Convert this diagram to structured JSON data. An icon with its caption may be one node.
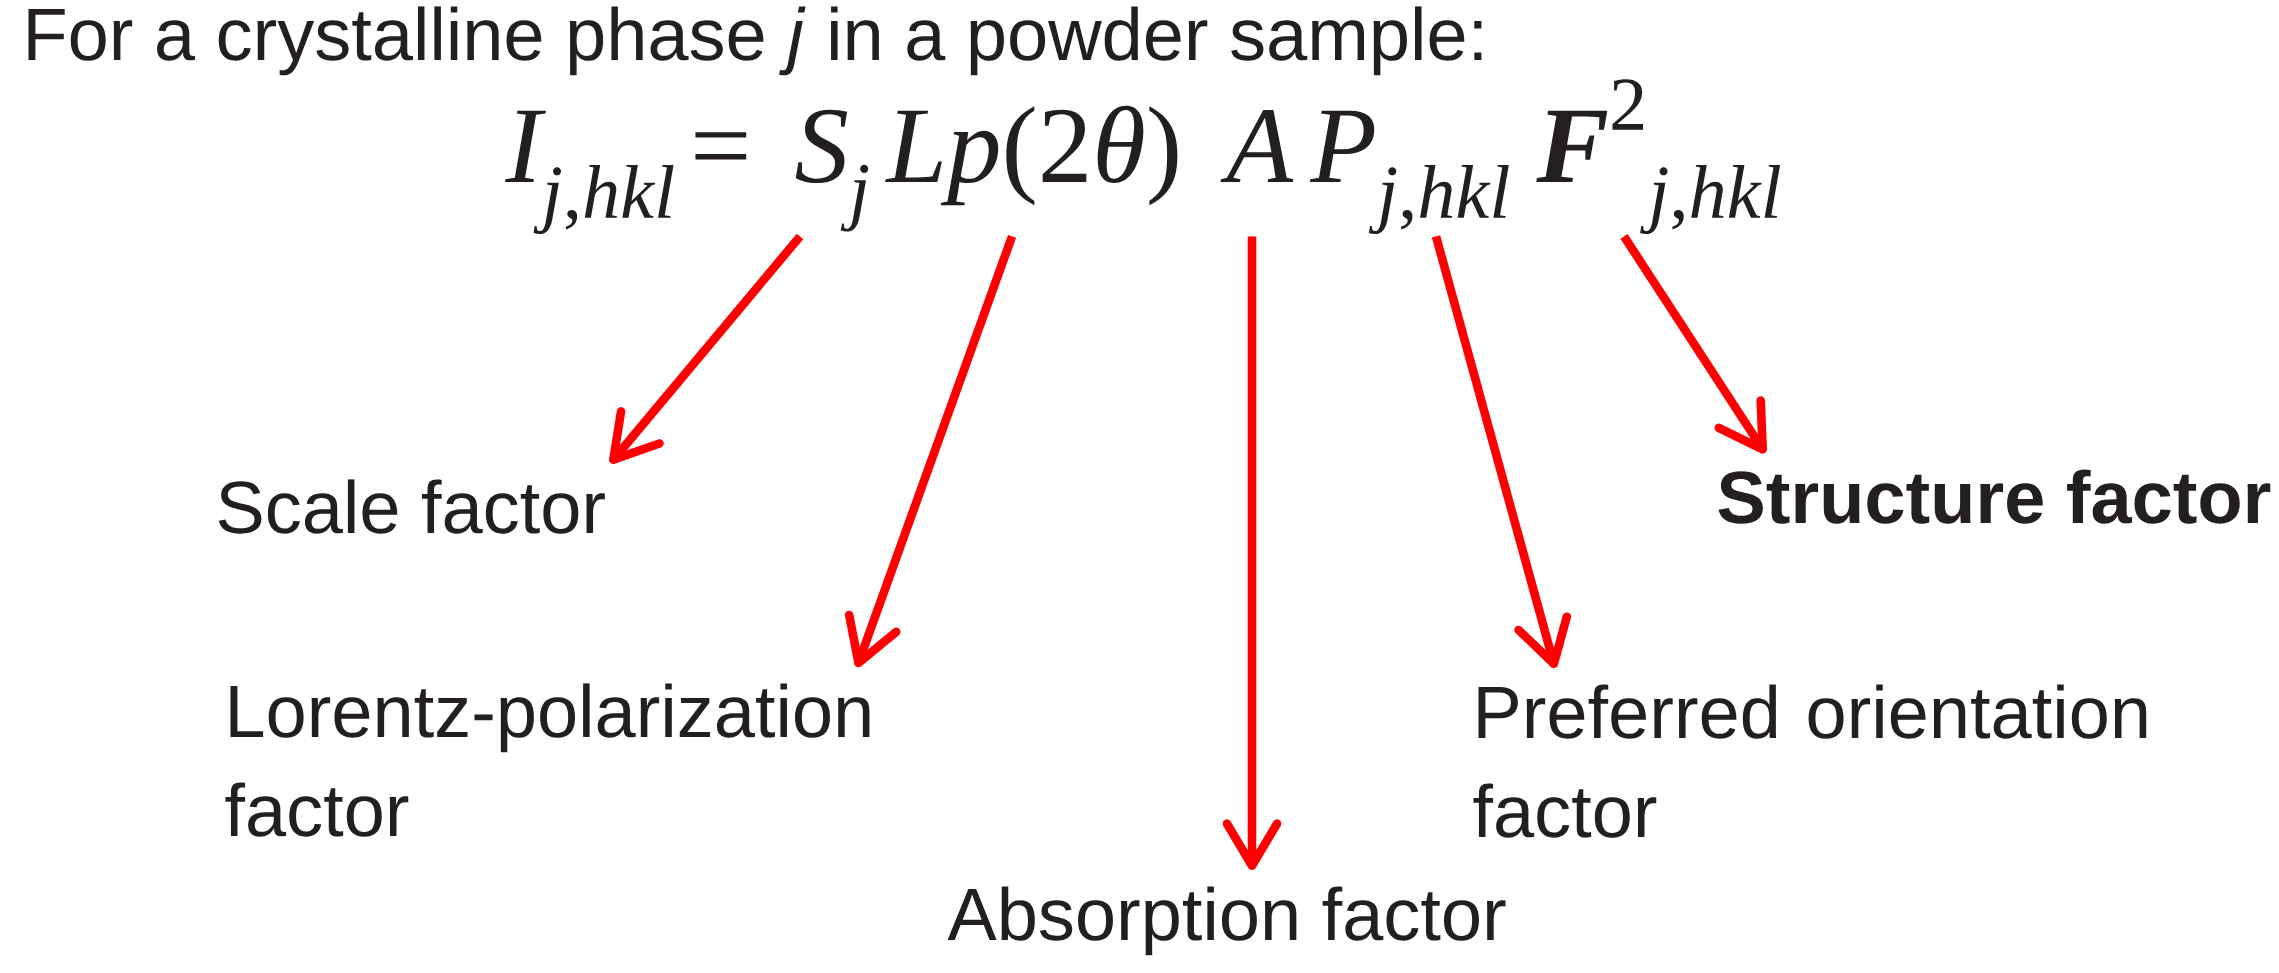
{
  "diagram": {
    "title": "For a crystalline phase *j* in a powder sample:",
    "nodes": [
      {
        "text": [
          "S_{j}"
        ]
      },
      {
        "text": [
          "Lp(2\\theta)"
        ]
      },
      {
        "text": [
          "A"
        ]
      },
      {
        "text": [
          "P_{j,hkl}"
        ]
      },
      {
        "text": [
          "{\\boldsymbol{F}^{2}}_{j,hkl}"
        ]
      },
      {
        "text": [
          "Scale factor"
        ]
      },
      {
        "text": [
          "Structure factor"
        ]
      },
      {
        "text": [
          "Lorentz-polarization factor"
        ]
      },
      {
        "text": [
          "Preferred orientation factor"
        ]
      },
      {
        "text": [
          "Absorption factor"
        ]
      }
    ],
    "edges": [
      {
        "from": 0,
        "to": 5,
        "arrow": "to"
      },
      {
        "from": 1,
        "to": 7,
        "arrow": "to"
      },
      {
        "from": 2,
        "to": 9,
        "arrow": "to"
      },
      {
        "from": 3,
        "to": 8,
        "arrow": "to"
      },
      {
        "from": 4,
        "to": 6,
        "arrow": "to"
      }
    ],
    "labels": [
      "I_{j,hkl} ="
    ]
  }
}
